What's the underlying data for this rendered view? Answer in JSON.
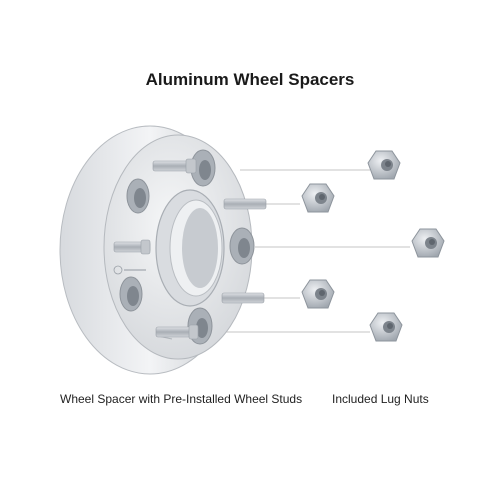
{
  "title": "Aluminum Wheel Spacers",
  "captions": {
    "spacer": "Wheel Spacer with Pre-Installed Wheel Studs",
    "lug_nuts": "Included Lug Nuts"
  },
  "colors": {
    "aluminum_light": "#e9ebee",
    "aluminum_mid": "#c9cdd2",
    "aluminum_dark": "#9aa0a8",
    "stud": "#b7bcc3",
    "nut": "#c6cbd2",
    "leader_line": "#b0b0b0"
  },
  "icons": {
    "spacer": "wheel-spacer-illustration",
    "nut": "lug-nut-icon"
  }
}
